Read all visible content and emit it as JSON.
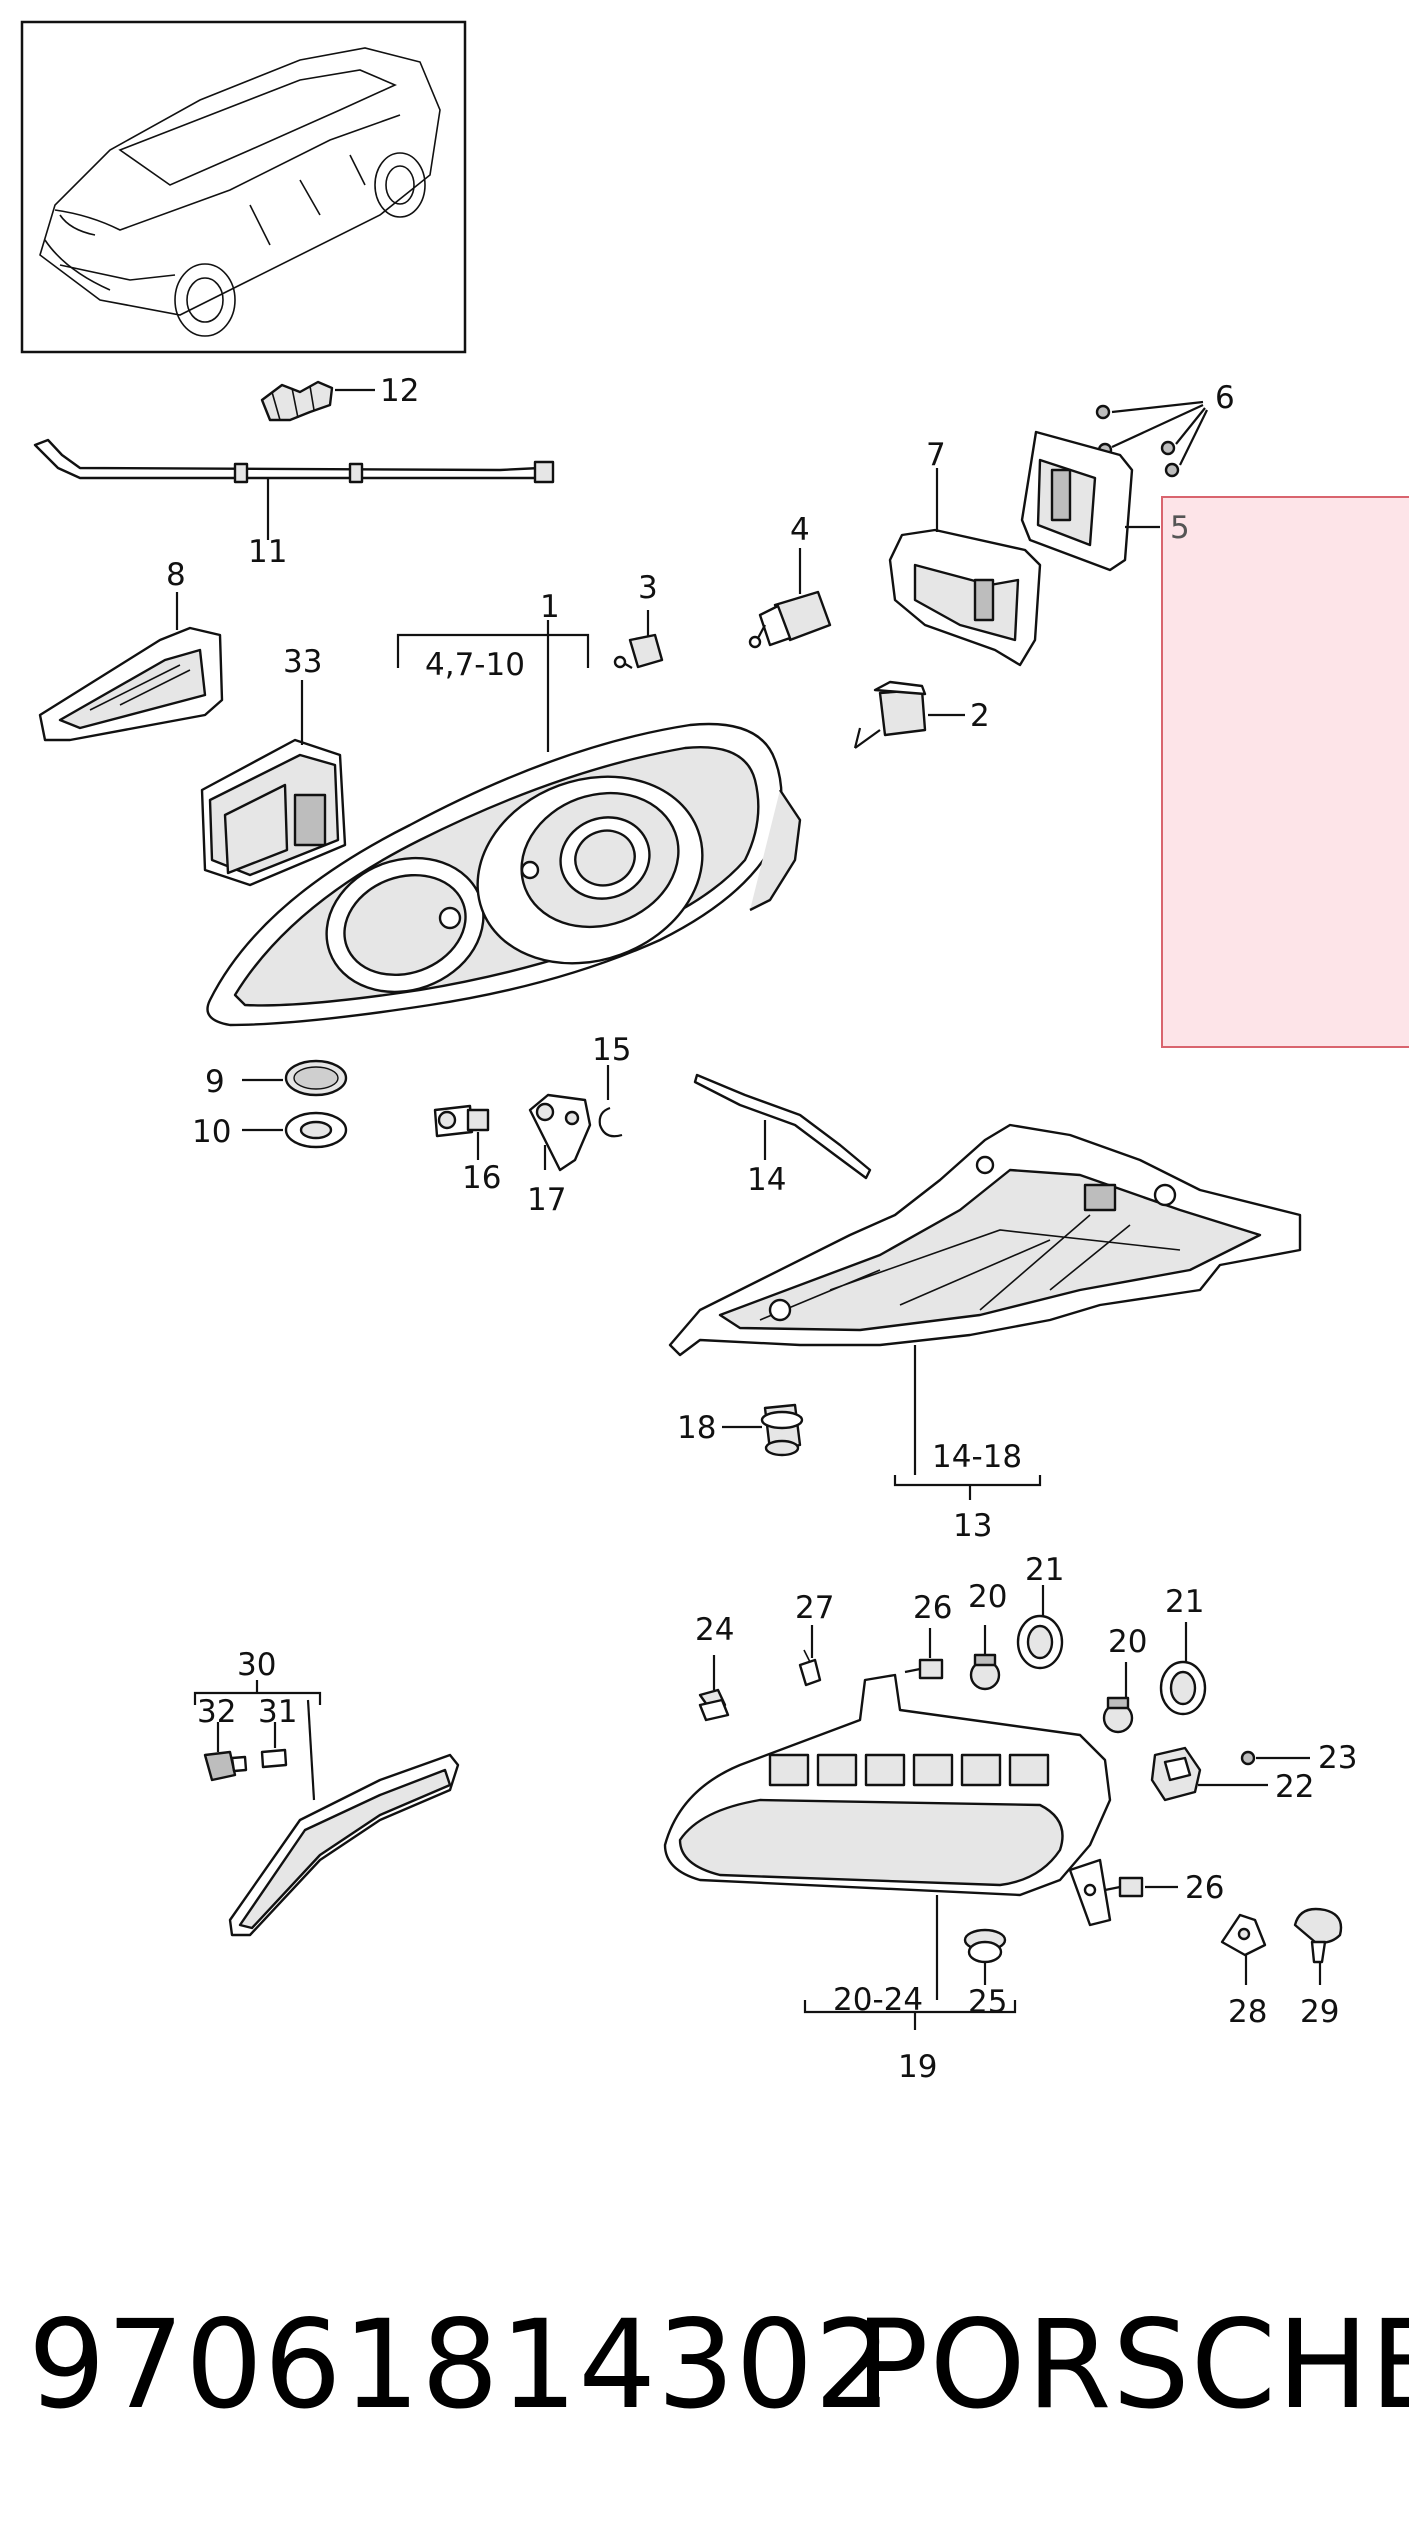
{
  "diagram": {
    "labels": {
      "l1": "1",
      "l2": "2",
      "l3": "3",
      "l4": "4",
      "l5": "5",
      "l6": "6",
      "l7": "7",
      "l8": "8",
      "l9": "9",
      "l10": "10",
      "l11": "11",
      "l12": "12",
      "l13": "13",
      "l14": "14",
      "l15": "15",
      "l16": "16",
      "l17": "17",
      "l18": "18",
      "l19": "19",
      "l20a": "20",
      "l20b": "20",
      "l21a": "21",
      "l21b": "21",
      "l22": "22",
      "l23": "23",
      "l24": "24",
      "l25": "25",
      "l26a": "26",
      "l26b": "26",
      "l27": "27",
      "l28": "28",
      "l29": "29",
      "l30": "30",
      "l31": "31",
      "l32": "32",
      "l33": "33",
      "g1": "4,7-10",
      "g13": "14-18",
      "g19": "20-24"
    },
    "highlight_color": "#fde4e8",
    "highlight_border": "#d9646e"
  },
  "footer": {
    "part_number": "97061814302",
    "brand": "PORSCHE"
  }
}
